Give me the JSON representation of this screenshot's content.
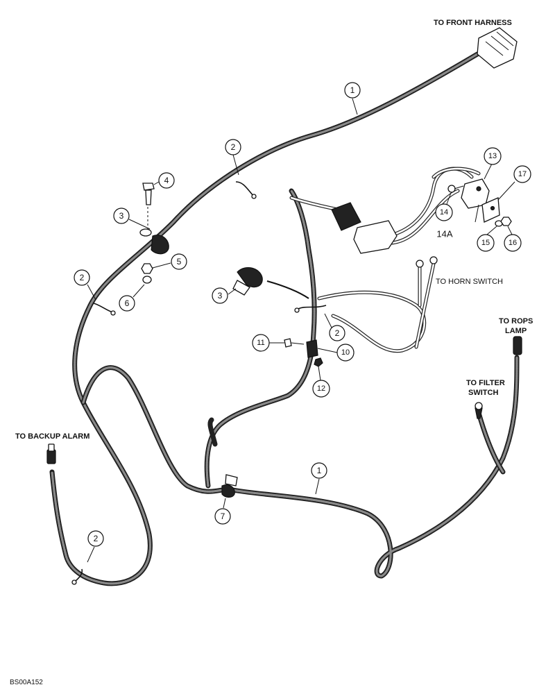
{
  "labels": {
    "to_front_harness": "TO FRONT HARNESS",
    "to_horn_switch": "TO HORN SWITCH",
    "to_rops_lamp_1": "TO ROPS",
    "to_rops_lamp_2": "LAMP",
    "to_filter_switch_1": "TO FILTER",
    "to_filter_switch_2": "SWITCH",
    "to_backup_alarm": "TO BACKUP ALARM",
    "figure_code": "BS00A152"
  },
  "callouts": [
    {
      "id": "c1a",
      "text": "1"
    },
    {
      "id": "c1b",
      "text": "1"
    },
    {
      "id": "c2a",
      "text": "2"
    },
    {
      "id": "c2b",
      "text": "2"
    },
    {
      "id": "c2c",
      "text": "2"
    },
    {
      "id": "c2d",
      "text": "2"
    },
    {
      "id": "c3a",
      "text": "3"
    },
    {
      "id": "c3b",
      "text": "3"
    },
    {
      "id": "c4",
      "text": "4"
    },
    {
      "id": "c5",
      "text": "5"
    },
    {
      "id": "c6",
      "text": "6"
    },
    {
      "id": "c7",
      "text": "7"
    },
    {
      "id": "c10",
      "text": "10"
    },
    {
      "id": "c11",
      "text": "11"
    },
    {
      "id": "c12",
      "text": "12"
    },
    {
      "id": "c13",
      "text": "13"
    },
    {
      "id": "c14",
      "text": "14"
    },
    {
      "id": "c14a",
      "text": "14A"
    },
    {
      "id": "c15",
      "text": "15"
    },
    {
      "id": "c16",
      "text": "16"
    },
    {
      "id": "c17",
      "text": "17"
    }
  ]
}
